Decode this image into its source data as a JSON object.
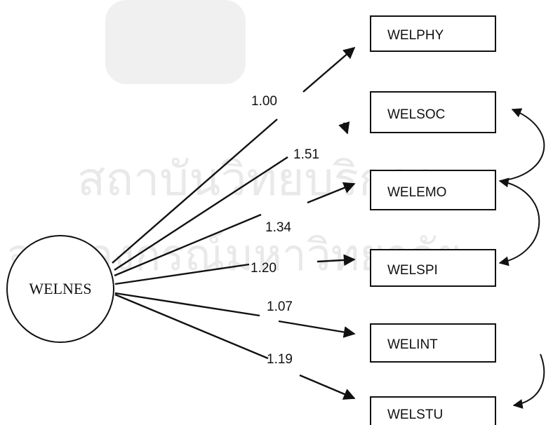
{
  "latent": {
    "label": "WELNES"
  },
  "indicators": [
    {
      "label": "WELPHY"
    },
    {
      "label": "WELSOC"
    },
    {
      "label": "WELEMO"
    },
    {
      "label": "WELSPI"
    },
    {
      "label": "WELINT"
    },
    {
      "label": "WELSTU"
    }
  ],
  "loadings": [
    "1.00",
    "1.51",
    "1.34",
    "1.20",
    "1.07",
    "1.19"
  ],
  "watermark": {
    "line1": "สถาบันวิทยบริการ",
    "line2": "จุฬาลงกรณ์มหาวิทยาลัย"
  }
}
